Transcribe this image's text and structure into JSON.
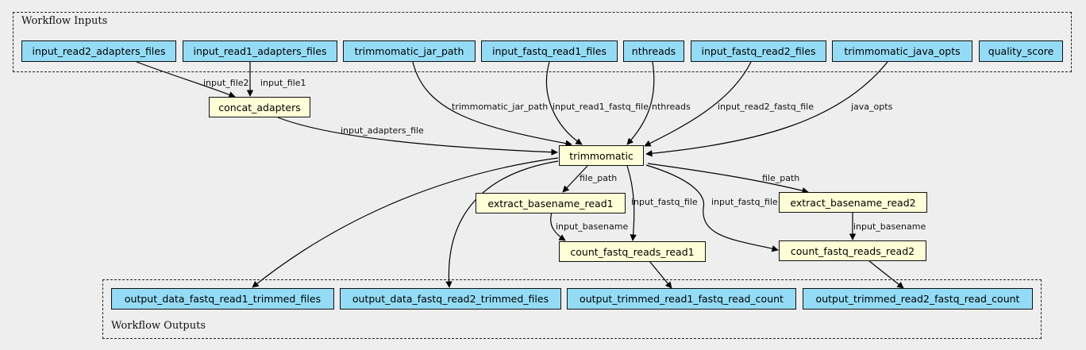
{
  "inputs_cluster": {
    "label": "Workflow Inputs"
  },
  "outputs_cluster": {
    "label": "Workflow Outputs"
  },
  "nodes": {
    "in_r2_adapters": "input_read2_adapters_files",
    "in_r1_adapters": "input_read1_adapters_files",
    "in_jar": "trimmomatic_jar_path",
    "in_fq1": "input_fastq_read1_files",
    "in_threads": "nthreads",
    "in_fq2": "input_fastq_read2_files",
    "in_java": "trimmomatic_java_opts",
    "in_quality": "quality_score",
    "concat": "concat_adapters",
    "trimmomatic": "trimmomatic",
    "extract1": "extract_basename_read1",
    "extract2": "extract_basename_read2",
    "count1": "count_fastq_reads_read1",
    "count2": "count_fastq_reads_read2",
    "out_fq1": "output_data_fastq_read1_trimmed_files",
    "out_fq2": "output_data_fastq_read2_trimmed_files",
    "out_c1": "output_trimmed_read1_fastq_read_count",
    "out_c2": "output_trimmed_read2_fastq_read_count"
  },
  "edge_labels": {
    "input_file2": "input_file2",
    "input_file1": "input_file1",
    "input_adapters_file": "input_adapters_file",
    "trimmomatic_jar_path": "trimmomatic_jar_path",
    "input_read1_fastq_file": "input_read1_fastq_file",
    "nthreads": "nthreads",
    "input_read2_fastq_file": "input_read2_fastq_file",
    "java_opts": "java_opts",
    "file_path_1": "file_path",
    "file_path_2": "file_path",
    "input_fastq_file_1": "input_fastq_file",
    "input_fastq_file_2": "input_fastq_file",
    "input_basename_1": "input_basename",
    "input_basename_2": "input_basename"
  }
}
